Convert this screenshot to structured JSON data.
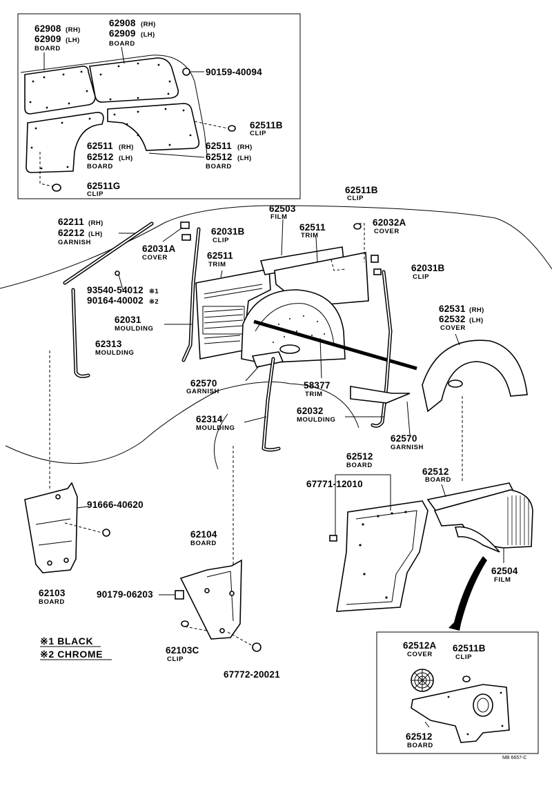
{
  "callouts": {
    "c62908_top_left": {
      "num": "62908",
      "side": "(RH)"
    },
    "c62909_top_left": {
      "num": "62909",
      "side": "(LH)",
      "name": "BOARD"
    },
    "c62908_top_mid": {
      "num": "62908",
      "side": "(RH)"
    },
    "c62909_top_mid": {
      "num": "62909",
      "side": "(LH)",
      "name": "BOARD"
    },
    "c90159": {
      "num": "90159-40094"
    },
    "c62511B_inset": {
      "num": "62511B",
      "name": "CLIP"
    },
    "c62511_inset_left_rh": {
      "num": "62511",
      "side": "(RH)"
    },
    "c62512_inset_left_lh": {
      "num": "62512",
      "side": "(LH)",
      "name": "BOARD"
    },
    "c62511_inset_right_rh": {
      "num": "62511",
      "side": "(RH)"
    },
    "c62512_inset_right_lh": {
      "num": "62512",
      "side": "(LH)",
      "name": "BOARD"
    },
    "c62511G": {
      "num": "62511G",
      "name": "CLIP"
    },
    "c62511B_top": {
      "num": "62511B",
      "name": "CLIP"
    },
    "c62503": {
      "num": "62503",
      "name": "FILM"
    },
    "c62211": {
      "num": "62211",
      "side": "(RH)"
    },
    "c62212": {
      "num": "62212",
      "side": "(LH)",
      "name": "GARNISH"
    },
    "c62031B_left": {
      "num": "62031B",
      "name": "CLIP"
    },
    "c62511_trim_upper": {
      "num": "62511",
      "name": "TRIM"
    },
    "c62032A": {
      "num": "62032A",
      "name": "COVER"
    },
    "c62031A": {
      "num": "62031A",
      "name": "COVER"
    },
    "c62511_trim_lower": {
      "num": "62511",
      "name": "TRIM"
    },
    "c62031B_right": {
      "num": "62031B",
      "name": "CLIP"
    },
    "c93540": {
      "num": "93540-54012",
      "mark": "※1"
    },
    "c90164": {
      "num": "90164-40002",
      "mark": "※2"
    },
    "c62031": {
      "num": "62031",
      "name": "MOULDING"
    },
    "c62531": {
      "num": "62531",
      "side": "(RH)"
    },
    "c62532": {
      "num": "62532",
      "side": "(LH)",
      "name": "COVER"
    },
    "c62313": {
      "num": "62313",
      "name": "MOULDING"
    },
    "c62570_left": {
      "num": "62570",
      "name": "GARNISH"
    },
    "c58377": {
      "num": "58377",
      "name": "TRIM"
    },
    "c62314": {
      "num": "62314",
      "name": "MOULDING"
    },
    "c62032": {
      "num": "62032",
      "name": "MOULDING"
    },
    "c62570_right": {
      "num": "62570",
      "name": "GARNISH"
    },
    "c62512_board_mid": {
      "num": "62512",
      "name": "BOARD"
    },
    "c67771": {
      "num": "67771-12010"
    },
    "c62512_board_right": {
      "num": "62512",
      "name": "BOARD"
    },
    "c91666": {
      "num": "91666-40620"
    },
    "c62104": {
      "num": "62104",
      "name": "BOARD"
    },
    "c62504": {
      "num": "62504",
      "name": "FILM"
    },
    "c62103": {
      "num": "62103",
      "name": "BOARD"
    },
    "c90179": {
      "num": "90179-06203"
    },
    "c62103C": {
      "num": "62103C",
      "name": "CLIP"
    },
    "c67772": {
      "num": "67772-20021"
    },
    "c62512A": {
      "num": "62512A",
      "name": "COVER"
    },
    "c62511B_detail": {
      "num": "62511B",
      "name": "CLIP"
    },
    "c62512_detail": {
      "num": "62512",
      "name": "BOARD"
    }
  },
  "legend": {
    "black": "※1 BLACK",
    "chrome": "※2 CHROME"
  },
  "reference_code": "MB 6657-C"
}
